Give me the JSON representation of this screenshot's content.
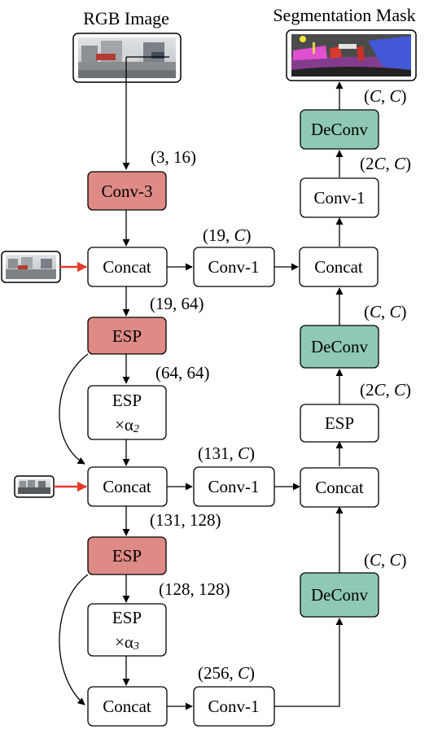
{
  "titles": {
    "rgb_image": "RGB Image",
    "segmentation_mask": "Segmentation Mask"
  },
  "colors": {
    "conv3_fill": "#de8a86",
    "esp_red_fill": "#de8a86",
    "deconv_fill": "#8fc9b4",
    "plain_fill": "#ffffff",
    "red_arrow": "#e23a2a"
  },
  "nodes": {
    "conv3": "Conv-3",
    "concat1": "Concat",
    "conv1_a": "Conv-1",
    "esp1": "ESP",
    "esp_block1": "ESP",
    "esp_block1_mult": "×α",
    "esp_block1_sub": "2",
    "concat2": "Concat",
    "conv1_b": "Conv-1",
    "esp2": "ESP",
    "esp_block2": "ESP",
    "esp_block2_mult": "×α",
    "esp_block2_sub": "3",
    "concat3": "Concat",
    "conv1_c": "Conv-1",
    "deconv_bottom": "DeConv",
    "concat_dec2": "Concat",
    "esp_dec": "ESP",
    "deconv_mid": "DeConv",
    "concat_dec1": "Concat",
    "conv1_dec": "Conv-1",
    "deconv_top": "DeConv"
  },
  "dims": {
    "conv3": [
      "(",
      "3, 16",
      ")"
    ],
    "concat1_out": [
      "(",
      "19, 64",
      ")"
    ],
    "conv1_a_in": [
      "(19, ",
      "C",
      ")"
    ],
    "esp1_out": [
      "(",
      "64, 64",
      ")"
    ],
    "conv1_b_in": [
      "(131, ",
      "C",
      ")"
    ],
    "concat2_out": [
      "(",
      "131, 128",
      ")"
    ],
    "esp2_out": [
      "(",
      "128, 128",
      ")"
    ],
    "conv1_c_in": [
      "(256, ",
      "C",
      ")"
    ],
    "deconv_bottom": [
      "(",
      "C",
      ", ",
      "C",
      ")"
    ],
    "esp_dec": [
      "(2",
      "C",
      ", ",
      "C",
      ")"
    ],
    "deconv_mid": [
      "(",
      "C",
      ", ",
      "C",
      ")"
    ],
    "conv1_dec": [
      "(2",
      "C",
      ", ",
      "C",
      ")"
    ],
    "deconv_top": [
      "(",
      "C",
      ", ",
      "C",
      ")"
    ]
  }
}
